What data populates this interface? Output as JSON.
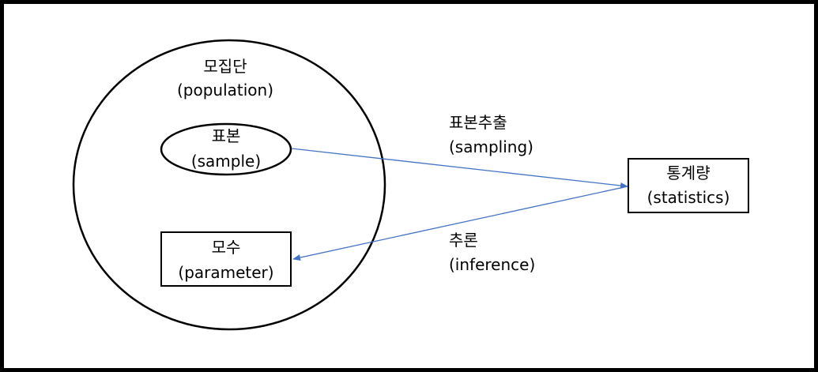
{
  "colors": {
    "border": "#000000",
    "shape_stroke": "#000000",
    "arrow": "#4472C4",
    "background": "#ffffff"
  },
  "nodes": {
    "population": {
      "ko": "모집단",
      "en": "(population)"
    },
    "sample": {
      "ko": "표본",
      "en": "(sample)"
    },
    "parameter": {
      "ko": "모수",
      "en": "(parameter)"
    },
    "statistics": {
      "ko": "통계량",
      "en": "(statistics)"
    }
  },
  "edges": {
    "sampling": {
      "ko": "표본추출",
      "en": "(sampling)",
      "from": "sample",
      "to": "statistics"
    },
    "inference": {
      "ko": "추론",
      "en": "(inference)",
      "from": "statistics",
      "to": "parameter"
    }
  }
}
